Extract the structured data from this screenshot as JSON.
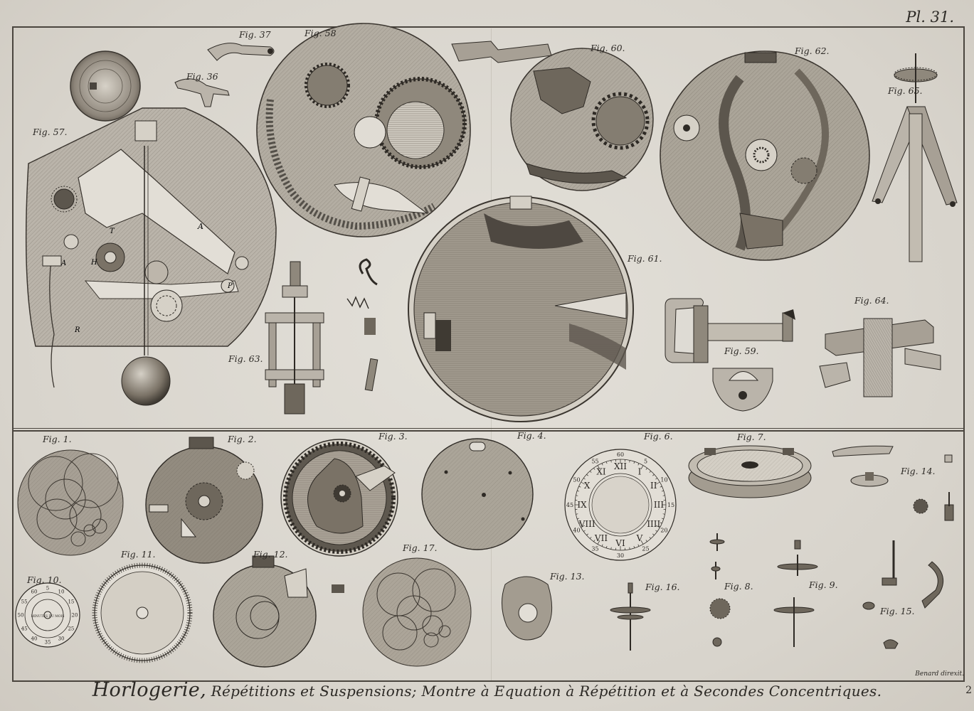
{
  "plate": {
    "number": "Pl. 31.",
    "title_main": "Horlogerie,",
    "title_rest": " Répétitions et Suspensions; Montre à Equation à Répétition et à Secondes Concentriques.",
    "engraver": "Benard direxit.",
    "page_number": "2"
  },
  "figure_labels": {
    "fig57": "Fig. 57.",
    "fig58": "Fig. 58",
    "fig37": "Fig. 37",
    "fig36": "Fig. 36",
    "fig60": "Fig. 60.",
    "fig62": "Fig. 62.",
    "fig65": "Fig. 65.",
    "fig61": "Fig. 61.",
    "fig63": "Fig. 63.",
    "fig59": "Fig. 59.",
    "fig64": "Fig. 64.",
    "fig1": "Fig. 1.",
    "fig2": "Fig. 2.",
    "fig3": "Fig. 3.",
    "fig4": "Fig. 4.",
    "fig6": "Fig. 6.",
    "fig7": "Fig. 7.",
    "fig14": "Fig. 14.",
    "fig10": "Fig. 10.",
    "fig11": "Fig. 11.",
    "fig12": "Fig. 12.",
    "fig17": "Fig. 17.",
    "fig13": "Fig. 13.",
    "fig16": "Fig. 16.",
    "fig8": "Fig. 8.",
    "fig9": "Fig. 9.",
    "fig15": "Fig. 15."
  },
  "dial_numerals": [
    "XII",
    "I",
    "II",
    "III",
    "IIII",
    "V",
    "VI",
    "VII",
    "VIII",
    "IX",
    "X",
    "XI"
  ],
  "dial_minutes": [
    "60",
    "5",
    "10",
    "15",
    "20",
    "25",
    "30",
    "35",
    "40",
    "45",
    "50",
    "55"
  ],
  "fig10_ring": [
    "5",
    "10",
    "15",
    "20",
    "25",
    "30",
    "35",
    "40",
    "45",
    "50",
    "55",
    "60"
  ],
  "fig10_center": "MINUTES DU MOIS"
}
